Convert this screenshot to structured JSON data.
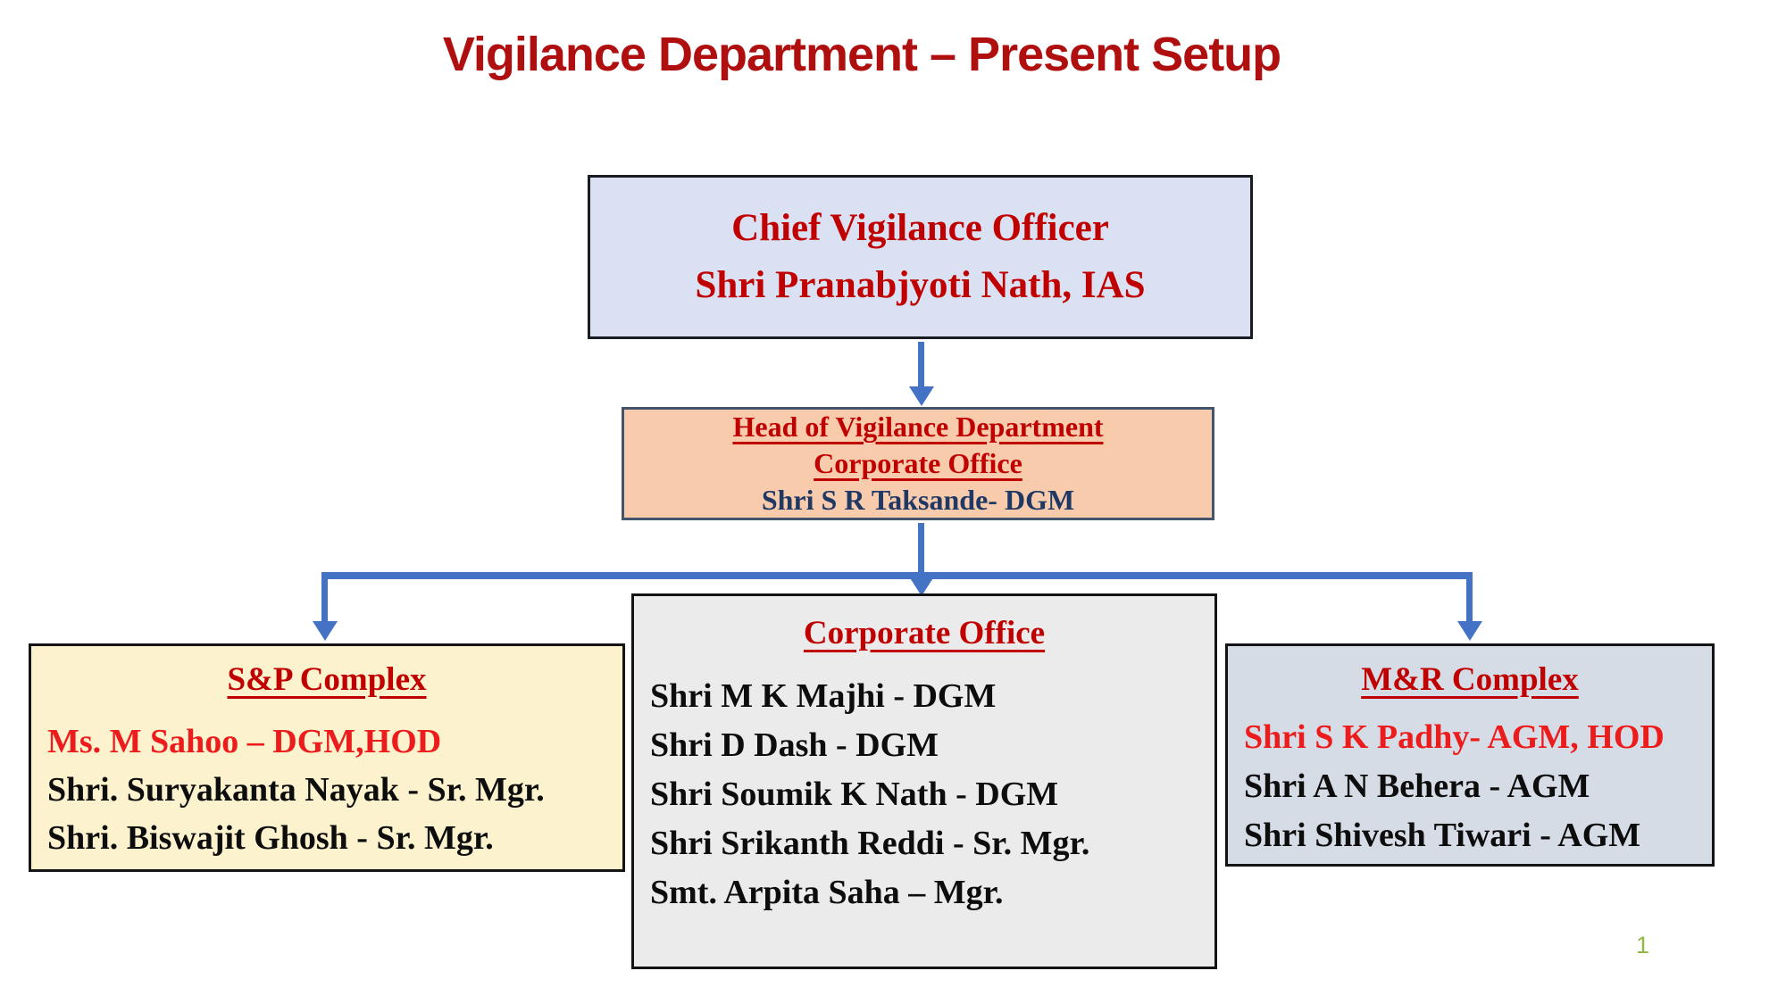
{
  "slide": {
    "title": "Vigilance Department – Present Setup",
    "page_number": "1"
  },
  "org": {
    "cvo": {
      "role": "Chief Vigilance Officer",
      "name": "Shri Pranabjyoti Nath, IAS"
    },
    "head": {
      "title_line1": "Head of Vigilance Department",
      "title_line2": "Corporate Office",
      "name": "Shri S R Taksande- DGM"
    },
    "sp_complex": {
      "title": "S&P Complex",
      "hod": "Ms. M Sahoo – DGM,HOD",
      "members": [
        "Shri. Suryakanta Nayak - Sr. Mgr.",
        "Shri. Biswajit Ghosh - Sr. Mgr."
      ]
    },
    "corporate_office": {
      "title": "Corporate Office",
      "members": [
        "Shri M K Majhi - DGM",
        "Shri D Dash - DGM",
        "Shri Soumik K Nath - DGM",
        "Shri Srikanth Reddi - Sr. Mgr.",
        "Smt. Arpita Saha – Mgr."
      ]
    },
    "mr_complex": {
      "title": "M&R Complex",
      "hod": "Shri S K Padhy- AGM, HOD",
      "members": [
        "Shri A N Behera - AGM",
        "Shri Shivesh Tiwari - AGM"
      ]
    }
  },
  "colors": {
    "accent": "#4472C4",
    "title-red": "#B00F10",
    "dark-red": "#C00000",
    "bright-red": "#EC1C1C",
    "navy": "#1F3864",
    "text-black": "#0D0D0D",
    "cvo-fill": "#DAE1F2",
    "head-fill": "#F8CBAD",
    "head-border": "#44546A",
    "sp-fill": "#FDF2CE",
    "corp-fill": "#EBEBEB",
    "mr-fill": "#D6DCE5",
    "box-border": "#141414",
    "page-number": "#92B742"
  }
}
